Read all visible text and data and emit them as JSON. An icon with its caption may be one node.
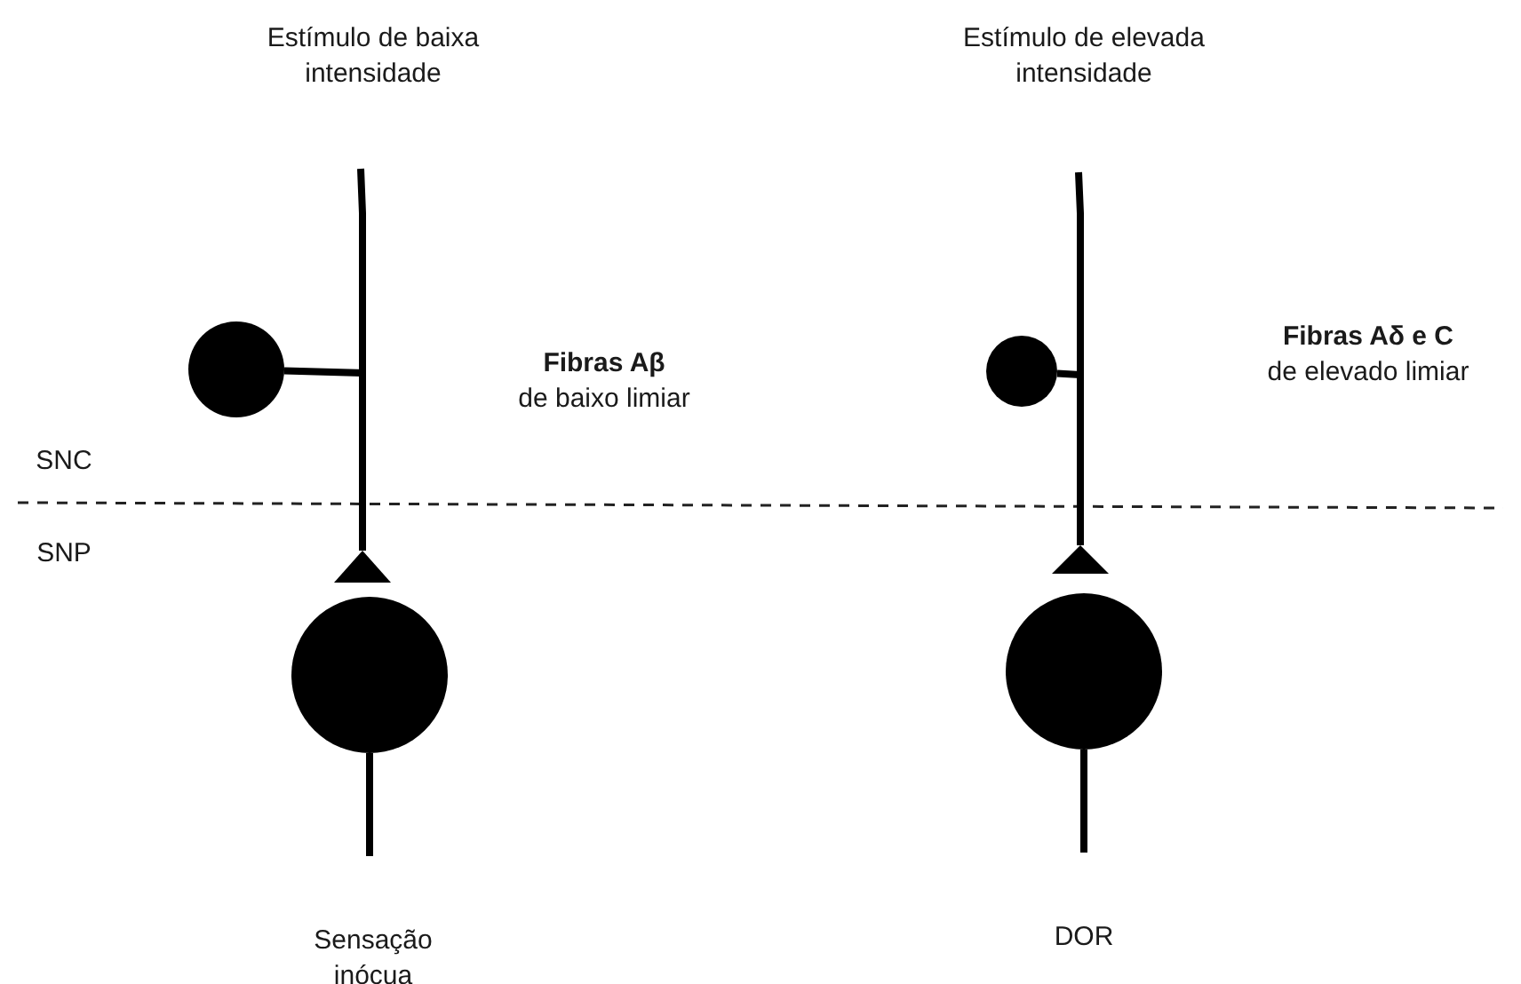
{
  "diagram": {
    "nodes": [
      {
        "text": [],
        "shape": "circle"
      },
      {
        "text": [],
        "shape": "triangle"
      },
      {
        "text": [],
        "shape": "circle"
      },
      {
        "text": [],
        "shape": "circle"
      },
      {
        "text": [],
        "shape": "triangle"
      },
      {
        "text": [],
        "shape": "circle"
      }
    ],
    "edges": [
      {
        "from": null,
        "to": 1,
        "arrow": "none"
      },
      {
        "from": 0,
        "to": 1,
        "arrow": "none"
      },
      {
        "from": 2,
        "to": null,
        "arrow": "none"
      },
      {
        "from": null,
        "to": 4,
        "arrow": "none"
      },
      {
        "from": 3,
        "to": 4,
        "arrow": "none"
      },
      {
        "from": 5,
        "to": null,
        "arrow": "none"
      }
    ],
    "labels": [
      "Estímulo de baixa intensidade",
      "Estímulo de elevada intensidade",
      "**Fibras Aδ e C** de elevado limiar",
      "**Fibras Aβ** de baixo limiar",
      "SNC",
      "SNP",
      "Sensação inócua",
      "DOR"
    ]
  }
}
